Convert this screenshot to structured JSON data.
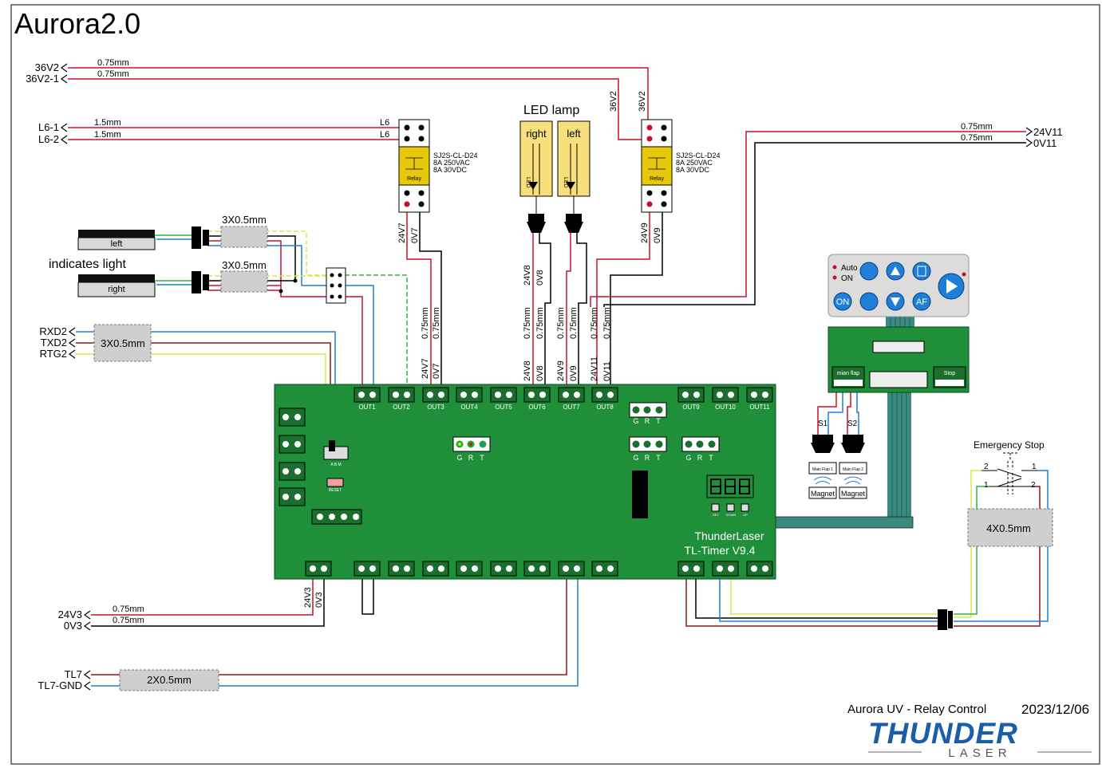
{
  "title": "Aurora2.0",
  "footer": {
    "subtitle": "Aurora UV -  Relay Control",
    "date": "2023/12/06",
    "logo_main": "THUNDER",
    "logo_sub": "LASER"
  },
  "left_terminals": {
    "v36_2": "36V2",
    "v36_2_1": "36V2-1",
    "l6_1": "L6-1",
    "l6_2": "L6-2",
    "rxd2": "RXD2",
    "txd2": "TXD2",
    "rtg2": "RTG2",
    "v24_3": "24V3",
    "v0_3": "0V3",
    "tl7": "TL7",
    "tl7_gnd": "TL7-GND"
  },
  "right_terminals": {
    "v24_11": "24V11",
    "v0_11": "0V11"
  },
  "wires": {
    "w075": "0.75mm",
    "w15": "1.5mm",
    "cable_3x05": "3X0.5mm",
    "cable_2x05": "2X0.5mm",
    "cable_4x05": "4X0.5mm"
  },
  "relay": {
    "model": "SJ2S-CL-D24",
    "rating_ac": "8A 250VAC",
    "rating_dc": "8A 30VDC",
    "tag": "Relay"
  },
  "labels": {
    "led_lamp": "LED lamp",
    "led_right": "right",
    "led_left": "left",
    "led": "LED",
    "indicates_light": "indicates light",
    "ind_left": "left",
    "ind_right": "right",
    "l6": "L6",
    "v36_2": "36V2",
    "v24_7": "24V7",
    "v0_7": "0V7",
    "v24_8": "24V8",
    "v0_8": "0V8",
    "v24_9": "24V9",
    "v0_9": "0V9",
    "v24_11": "24V11",
    "v0_11": "0V11",
    "v24_3": "24V3",
    "v0_3": "0V3",
    "emergency_stop": "Emergency Stop",
    "s1": "S1",
    "s2": "S2",
    "main_flap_1": "Main Flap 1",
    "main_flap_2": "Main Flap 2",
    "magnet": "Magnet",
    "mian_flap": "mian flap",
    "stop": "Stop",
    "es_1": "1",
    "es_2": "2"
  },
  "board": {
    "brand": "ThunderLaser",
    "model": "TL-Timer V9.4",
    "outputs": [
      "OUT1",
      "OUT2",
      "OUT3",
      "OUT4",
      "OUT5",
      "OUT6",
      "OUT7",
      "OUT8",
      "OUT9",
      "OUT10",
      "OUT11"
    ],
    "grt": [
      "G",
      "R",
      "T"
    ],
    "abm": "A B M",
    "reset": "RESET",
    "btn_set": "SET",
    "btn_down": "DOWN",
    "btn_up": "UP"
  },
  "panel": {
    "auto": "Auto",
    "on": "ON",
    "btn_on": "ON",
    "btn_af": "AF"
  },
  "colors": {
    "board_green": "#1f8f3a",
    "wire_red": "#c8102e",
    "wire_blue": "#1e7fd8",
    "wire_yellow": "#d8e84a",
    "wire_green": "#2fb34a",
    "relay_yellow": "#e8c80a",
    "led_yellow": "#f7e07c",
    "cable_teal": "#3a8a80",
    "logo_blue": "#1a5ea8"
  }
}
